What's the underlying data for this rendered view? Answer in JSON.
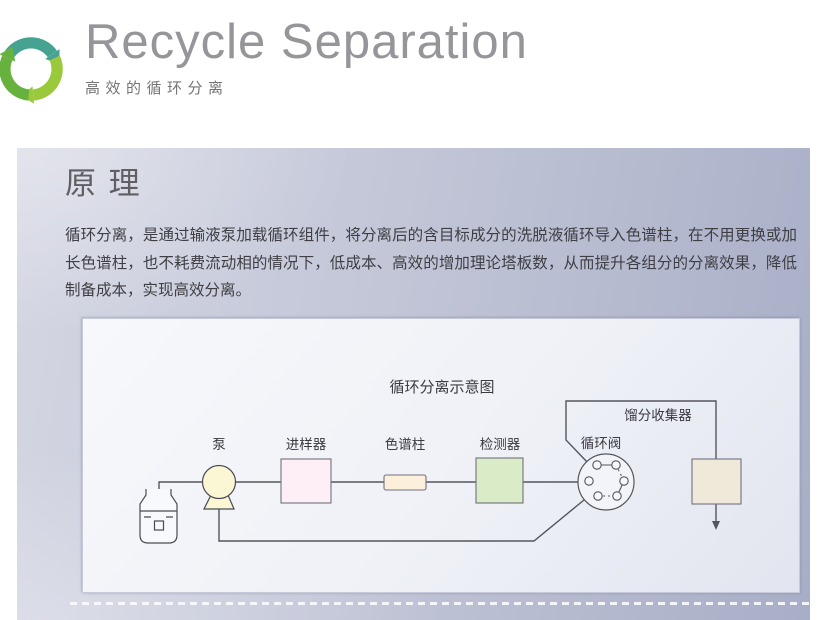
{
  "header": {
    "title": "Recycle Separation",
    "subtitle": "高效的循环分离",
    "icon_colors": {
      "top_arrow": "#46a391",
      "left_arrow": "#67b23e",
      "bottom_arrow": "#9ac93c"
    }
  },
  "principle": {
    "heading": "原 理",
    "body": "循环分离，是通过输液泵加载循环组件，将分离后的含目标成分的洗脱液循环导入色谱柱，在不用更换或加长色谱柱，也不耗费流动相的情况下，低成本、高效的增加理论塔板数，从而提升各组分的分离效果，降低制备成本，实现高效分离。"
  },
  "diagram": {
    "title": "循环分离示意图",
    "components": {
      "pump": {
        "label": "泵",
        "fill": "#fbf6d3"
      },
      "injector": {
        "label": "进样器",
        "fill": "#fdeff5"
      },
      "column": {
        "label": "色谱柱",
        "fill": "#fcefdb"
      },
      "detector": {
        "label": "检测器",
        "fill": "#d9ebc7"
      },
      "recycle_valve": {
        "label": "循环阀",
        "fill": "#f3f4f9"
      },
      "fraction_collector": {
        "label": "馏分收集器",
        "fill": "#efe9da"
      }
    },
    "line_color": "#55555f"
  },
  "colors": {
    "panel_gradient_left": "#d9dbe7",
    "panel_gradient_right": "#a6acc5",
    "figure_background": "#f2f3f8"
  }
}
